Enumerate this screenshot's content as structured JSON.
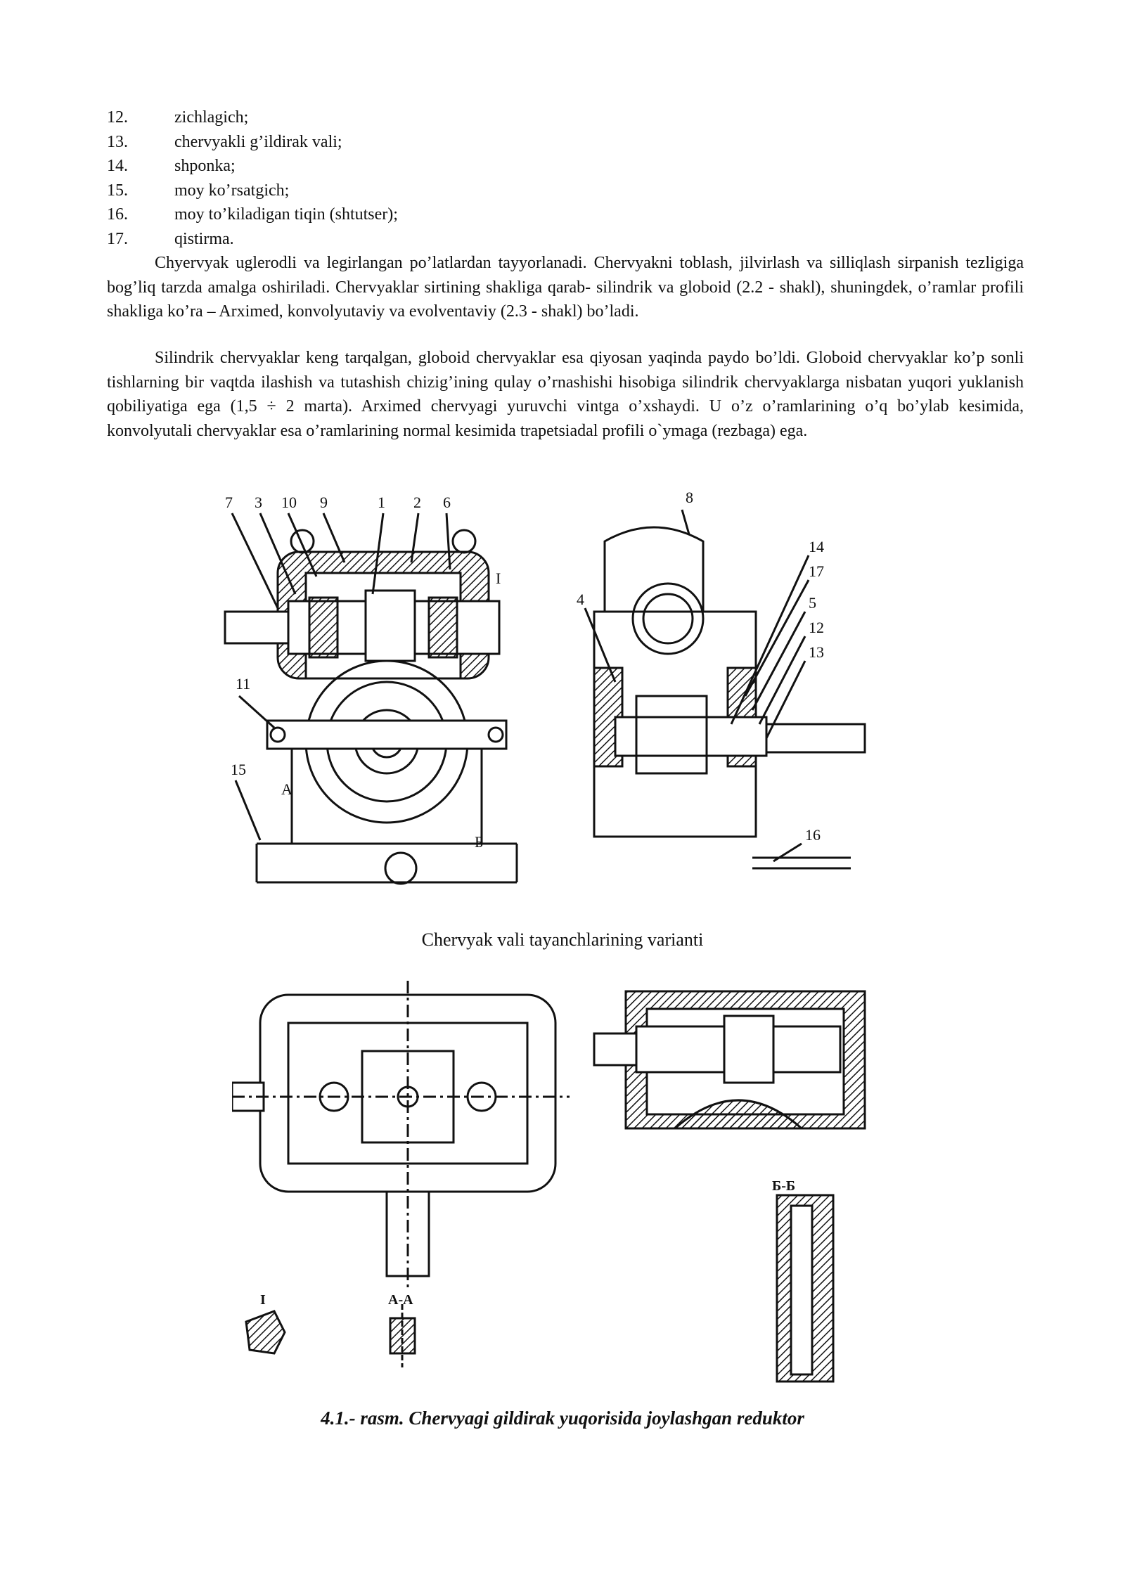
{
  "list_items": [
    {
      "num": "12.",
      "text": "zichlagich;"
    },
    {
      "num": "13.",
      "text": "chervyakli  g’ildirak  vali;"
    },
    {
      "num": "14.",
      "text": "shponka;"
    },
    {
      "num": "15.",
      "text": "moy  ko’rsatgich;"
    },
    {
      "num": "16.",
      "text": "moy  to’kiladigan  tiqin (shtutser);"
    },
    {
      "num": "17.",
      "text": "qistirma."
    }
  ],
  "paragraph1": "Chyervyak  uglerodli  va  legirlangan  po’latlardan  tayyorlanadi. Chervyakni  toblash, jilvirlash  va silliqlash  sirpanish  tezligiga  bog’liq  tarzda  amalga  oshiriladi. Chervyaklar  sirtining  shakliga  qarab- silindrik  va  globoid  (2.2 - shakl), shuningdek, o’ramlar  profili  shakliga  ko’ra – Arximed, konvolyutaviy va  evolventaviy  (2.3 - shakl) bo’ladi.",
  "paragraph2": "Silindrik  chervyaklar  keng  tarqalgan, globoid  chervyaklar  esa  qiyosan  yaqinda  paydo  bo’ldi. Globoid  chervyaklar  ko’p  sonli  tishlarning  bir  vaqtda  ilashish  va  tutashish  chizig’ining  qulay o’rnashishi hisobiga silindrik chervyaklarga nisbatan yuqori yuklanish qobiliyatiga ega (1,5 ÷ 2 marta). Arximed  chervyagi  yuruvchi  vintga  o’xshaydi. U  o’z  o’ramlarining  o’q  bo’ylab  kesimida, konvolyutali chervyaklar  esa  o’ramlarining  normal  kesimida  trapetsiadal  profili  o`ymaga  (rezbaga) ega.",
  "figure_top": {
    "labels_left": [
      "7",
      "3",
      "10",
      "9",
      "1",
      "2",
      "6",
      "I",
      "11",
      "15",
      "A",
      "Б"
    ],
    "labels_right": [
      "8",
      "4",
      "14",
      "17",
      "5",
      "12",
      "13",
      "16"
    ]
  },
  "caption1": "Chervyak vali tayanchlarining varianti",
  "figure_bottom": {
    "section_labels": [
      "Б-Б",
      "I",
      "А-А"
    ]
  },
  "caption2": "4.1.- rasm. Chervyagi gildirak yuqorisida joylashgan reduktor"
}
